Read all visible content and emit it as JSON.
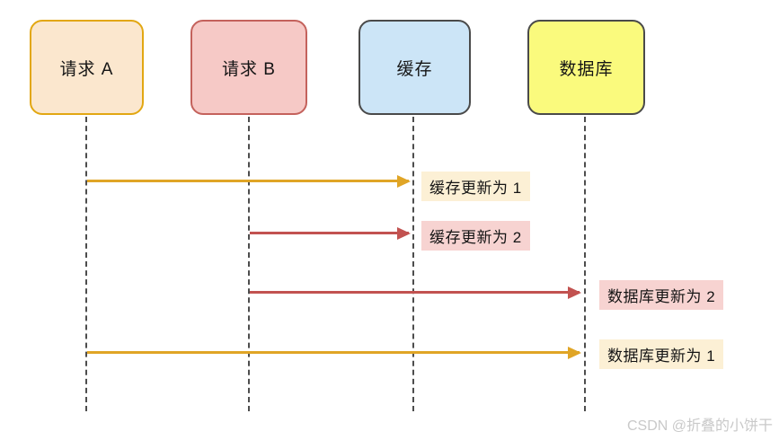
{
  "diagram": {
    "type": "sequence-diagram",
    "actors": [
      {
        "id": "request-a",
        "label": "请求 A",
        "fill": "#fbe7ce",
        "border": "#e2a712"
      },
      {
        "id": "request-b",
        "label": "请求 B",
        "fill": "#f6c9c6",
        "border": "#c4625c"
      },
      {
        "id": "cache",
        "label": "缓存",
        "fill": "#cce5f7",
        "border": "#4a4a4a"
      },
      {
        "id": "database",
        "label": "数据库",
        "fill": "#fafa7d",
        "border": "#4a4a4a"
      }
    ],
    "messages": [
      {
        "from": "请求 A",
        "to": "缓存",
        "label": "缓存更新为 1",
        "arrow_color": "#e0a526",
        "label_bg": "#fcf0d5"
      },
      {
        "from": "请求 B",
        "to": "缓存",
        "label": "缓存更新为 2",
        "arrow_color": "#c25250",
        "label_bg": "#f7d3d1"
      },
      {
        "from": "请求 B",
        "to": "数据库",
        "label": "数据库更新为 2",
        "arrow_color": "#c25250",
        "label_bg": "#f7d3d1"
      },
      {
        "from": "请求 A",
        "to": "数据库",
        "label": "数据库更新为 1",
        "arrow_color": "#e0a526",
        "label_bg": "#fcf0d5"
      }
    ]
  },
  "watermark": {
    "text": "CSDN @折叠的小饼干",
    "color": "#c9c9c9"
  }
}
